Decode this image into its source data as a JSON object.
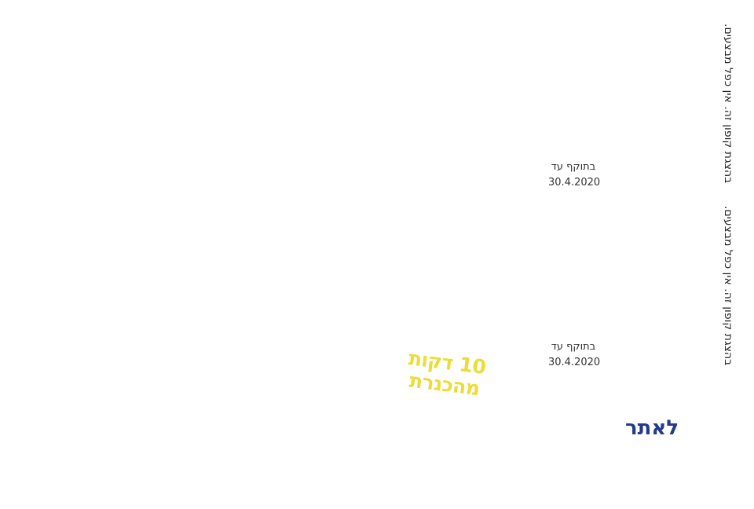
{
  "coupon": {
    "terms_notes": [
      "בהצגת קופון זה. אין כפל מבצעים.",
      "בהצגת קופון זה. אין כפל מבצעים."
    ],
    "validity": [
      {
        "label": "בתוקף עד",
        "date": "30.4.2020"
      },
      {
        "label": "בתוקף עד",
        "date": "30.4.2020"
      }
    ],
    "promo": {
      "line1": "10 דקות",
      "line2": "מהכנרת"
    },
    "site_link": {
      "label": "לאתר"
    }
  },
  "colors": {
    "promo_yellow": "#ecdc36",
    "link_navy": "#243a8c",
    "text_gray": "#333333"
  }
}
